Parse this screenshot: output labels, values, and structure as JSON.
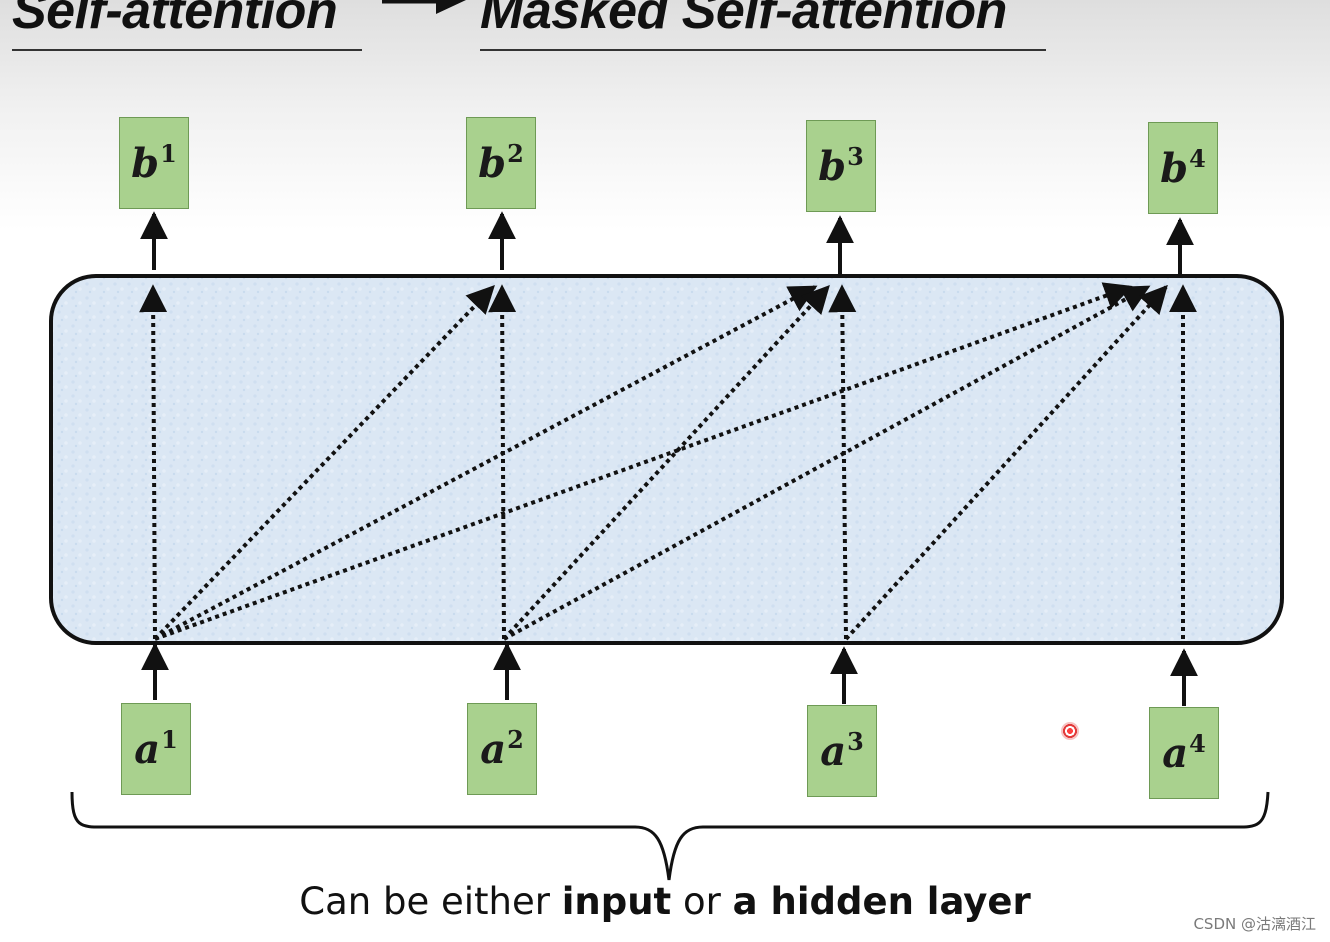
{
  "title": {
    "left": "Self-attention",
    "right": "Masked Self-attention"
  },
  "outputs": [
    {
      "base": "b",
      "sup": "1"
    },
    {
      "base": "b",
      "sup": "2"
    },
    {
      "base": "b",
      "sup": "3"
    },
    {
      "base": "b",
      "sup": "4"
    }
  ],
  "inputs": [
    {
      "base": "a",
      "sup": "1"
    },
    {
      "base": "a",
      "sup": "2"
    },
    {
      "base": "a",
      "sup": "3"
    },
    {
      "base": "a",
      "sup": "4"
    }
  ],
  "caption": {
    "part1": "Can be either ",
    "bold1": "input",
    "part2": " or ",
    "bold2": "a hidden layer"
  },
  "watermark": "CSDN @沽漓酒江",
  "colors": {
    "box_fill": "#a9d18e",
    "box_border": "#6e9a55",
    "panel_fill": "#dce8f5",
    "panel_border": "#111111"
  },
  "connections": [
    {
      "from": "a1",
      "to": "b1"
    },
    {
      "from": "a1",
      "to": "b2"
    },
    {
      "from": "a2",
      "to": "b2"
    },
    {
      "from": "a1",
      "to": "b3"
    },
    {
      "from": "a2",
      "to": "b3"
    },
    {
      "from": "a3",
      "to": "b3"
    },
    {
      "from": "a1",
      "to": "b4"
    },
    {
      "from": "a2",
      "to": "b4"
    },
    {
      "from": "a3",
      "to": "b4"
    },
    {
      "from": "a4",
      "to": "b4"
    }
  ]
}
